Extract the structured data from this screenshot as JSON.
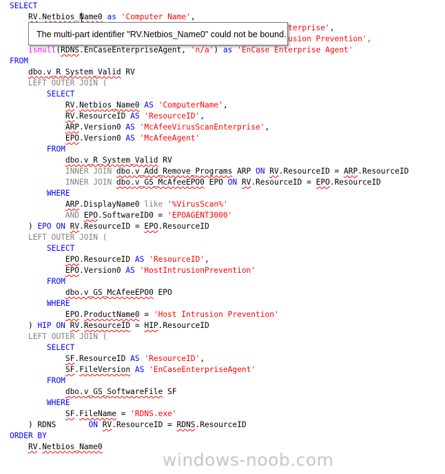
{
  "editor": {
    "lines": [
      [
        {
          "t": "SELECT",
          "c": "kw"
        }
      ],
      [
        {
          "t": "    "
        },
        {
          "t": "RV",
          "c": "sq"
        },
        {
          "t": "."
        },
        {
          "t": "Netbios",
          "c": "sq"
        },
        {
          "t": "_"
        },
        {
          "t": "Name0",
          "c": "sq"
        },
        {
          "t": " "
        },
        {
          "t": "as",
          "c": "kw"
        },
        {
          "t": " "
        },
        {
          "t": "'Computer Name'",
          "c": "str"
        },
        {
          "t": ","
        }
      ],
      [
        {
          "t": "                                                      "
        },
        {
          "t": "can Enterprise'",
          "c": "str"
        },
        {
          "t": ","
        }
      ],
      [
        {
          "t": "    "
        },
        {
          "t": "isnull(HIP.HostIntrusionPrevention, 'n/a') as 'Host Intrusion Prevention',",
          "c": "str"
        }
      ],
      [
        {
          "t": "    "
        },
        {
          "t": "isnull",
          "c": "fn"
        },
        {
          "t": "("
        },
        {
          "t": "RDNS",
          "c": "sq"
        },
        {
          "t": ".EnCaseEnterpriseAgent, "
        },
        {
          "t": "'n/a'",
          "c": "str"
        },
        {
          "t": ") "
        },
        {
          "t": "as",
          "c": "kw"
        },
        {
          "t": " "
        },
        {
          "t": "'EnCase Enterprise Agent'",
          "c": "str"
        }
      ],
      [
        {
          "t": "FROM",
          "c": "kw"
        }
      ],
      [
        {
          "t": "    "
        },
        {
          "t": "dbo.v_R_System_Valid",
          "c": "sq"
        },
        {
          "t": " RV"
        }
      ],
      [
        {
          "t": "    "
        },
        {
          "t": "LEFT OUTER JOIN (",
          "c": "gray"
        }
      ],
      [
        {
          "t": "        "
        },
        {
          "t": "SELECT",
          "c": "kw"
        }
      ],
      [
        {
          "t": "            "
        },
        {
          "t": "RV",
          "c": "sq"
        },
        {
          "t": "."
        },
        {
          "t": "Netbios_Name0",
          "c": "sq"
        },
        {
          "t": " "
        },
        {
          "t": "AS",
          "c": "kw"
        },
        {
          "t": " "
        },
        {
          "t": "'ComputerName'",
          "c": "str"
        },
        {
          "t": ","
        }
      ],
      [
        {
          "t": "            "
        },
        {
          "t": "RV",
          "c": "sq"
        },
        {
          "t": ".ResourceID "
        },
        {
          "t": "AS",
          "c": "kw"
        },
        {
          "t": " "
        },
        {
          "t": "'ResourceID'",
          "c": "str"
        },
        {
          "t": ","
        }
      ],
      [
        {
          "t": "            "
        },
        {
          "t": "ARP",
          "c": "sq"
        },
        {
          "t": ".Version0 "
        },
        {
          "t": "AS",
          "c": "kw"
        },
        {
          "t": " "
        },
        {
          "t": "'McAfeeVirusScanEnterprise'",
          "c": "str"
        },
        {
          "t": ","
        }
      ],
      [
        {
          "t": "            "
        },
        {
          "t": "EPO",
          "c": "sq"
        },
        {
          "t": ".Version0 "
        },
        {
          "t": "AS",
          "c": "kw"
        },
        {
          "t": " "
        },
        {
          "t": "'McAfeeAgent'",
          "c": "str"
        }
      ],
      [
        {
          "t": "        "
        },
        {
          "t": "FROM",
          "c": "kw"
        }
      ],
      [
        {
          "t": "            "
        },
        {
          "t": "dbo.v_R_System_Valid",
          "c": "sq"
        },
        {
          "t": " RV"
        }
      ],
      [
        {
          "t": "            "
        },
        {
          "t": "INNER JOIN ",
          "c": "gray"
        },
        {
          "t": "dbo.v_Add_Remove_Programs",
          "c": "sq"
        },
        {
          "t": " ARP "
        },
        {
          "t": "ON",
          "c": "kw"
        },
        {
          "t": " "
        },
        {
          "t": "RV",
          "c": "sq"
        },
        {
          "t": ".ResourceID = "
        },
        {
          "t": "ARP",
          "c": "sq"
        },
        {
          "t": ".ResourceID"
        }
      ],
      [
        {
          "t": "            "
        },
        {
          "t": "INNER JOIN ",
          "c": "gray"
        },
        {
          "t": "dbo.v_GS_McAfeeEPO0",
          "c": "sq"
        },
        {
          "t": " EPO "
        },
        {
          "t": "ON",
          "c": "kw"
        },
        {
          "t": " "
        },
        {
          "t": "RV",
          "c": "sq"
        },
        {
          "t": ".ResourceID = "
        },
        {
          "t": "EPO",
          "c": "sq"
        },
        {
          "t": ".ResourceID"
        }
      ],
      [
        {
          "t": "        "
        },
        {
          "t": "WHERE",
          "c": "kw"
        }
      ],
      [
        {
          "t": "            "
        },
        {
          "t": "ARP",
          "c": "sq"
        },
        {
          "t": ".DisplayName0 "
        },
        {
          "t": "like",
          "c": "gray"
        },
        {
          "t": " "
        },
        {
          "t": "'%VirusScan%'",
          "c": "str"
        }
      ],
      [
        {
          "t": "            "
        },
        {
          "t": "AND ",
          "c": "gray"
        },
        {
          "t": "EPO",
          "c": "sq"
        },
        {
          "t": ".SoftwareID0 = "
        },
        {
          "t": "'EPOAGENT3000'",
          "c": "str"
        }
      ],
      [
        {
          "t": "    "
        },
        {
          "t": ") "
        },
        {
          "t": "EPO",
          "c": "kw"
        },
        {
          "t": " "
        },
        {
          "t": "ON",
          "c": "kw"
        },
        {
          "t": " "
        },
        {
          "t": "RV",
          "c": "sq"
        },
        {
          "t": ".ResourceID = "
        },
        {
          "t": "EPO",
          "c": "sq"
        },
        {
          "t": ".ResourceID"
        }
      ],
      [
        {
          "t": "    "
        },
        {
          "t": "LEFT OUTER JOIN (",
          "c": "gray"
        }
      ],
      [
        {
          "t": "        "
        },
        {
          "t": "SELECT",
          "c": "kw"
        }
      ],
      [
        {
          "t": "            "
        },
        {
          "t": "EPO",
          "c": "sq"
        },
        {
          "t": ".ResourceID "
        },
        {
          "t": "AS",
          "c": "kw"
        },
        {
          "t": " "
        },
        {
          "t": "'ResourceID'",
          "c": "str"
        },
        {
          "t": ","
        }
      ],
      [
        {
          "t": "            "
        },
        {
          "t": "EPO",
          "c": "sq"
        },
        {
          "t": ".Version0 "
        },
        {
          "t": "AS",
          "c": "kw"
        },
        {
          "t": " "
        },
        {
          "t": "'HostIntrusionPrevention'",
          "c": "str"
        }
      ],
      [
        {
          "t": "        "
        },
        {
          "t": "FROM",
          "c": "kw"
        }
      ],
      [
        {
          "t": "            "
        },
        {
          "t": "dbo.v_GS_McAfeeEPO0",
          "c": "sq"
        },
        {
          "t": " EPO"
        }
      ],
      [
        {
          "t": "        "
        },
        {
          "t": "WHERE",
          "c": "kw"
        }
      ],
      [
        {
          "t": "            "
        },
        {
          "t": "EPO",
          "c": "sq"
        },
        {
          "t": "."
        },
        {
          "t": "ProductName0",
          "c": "sq"
        },
        {
          "t": " = "
        },
        {
          "t": "'Host Intrusion Prevention'",
          "c": "str"
        }
      ],
      [
        {
          "t": "    "
        },
        {
          "t": ") "
        },
        {
          "t": "HIP",
          "c": "kw"
        },
        {
          "t": " "
        },
        {
          "t": "ON",
          "c": "kw"
        },
        {
          "t": " "
        },
        {
          "t": "RV",
          "c": "sq"
        },
        {
          "t": "."
        },
        {
          "t": "ResourceID",
          "c": "sq"
        },
        {
          "t": " = "
        },
        {
          "t": "HIP",
          "c": "sq"
        },
        {
          "t": ".ResourceID"
        }
      ],
      [
        {
          "t": "    "
        },
        {
          "t": "LEFT OUTER JOIN (",
          "c": "gray"
        }
      ],
      [
        {
          "t": "        "
        },
        {
          "t": "SELECT",
          "c": "kw"
        }
      ],
      [
        {
          "t": "            "
        },
        {
          "t": "SF",
          "c": "sq"
        },
        {
          "t": ".ResourceID "
        },
        {
          "t": "AS",
          "c": "kw"
        },
        {
          "t": " "
        },
        {
          "t": "'ResourceID'",
          "c": "str"
        },
        {
          "t": ","
        }
      ],
      [
        {
          "t": "            "
        },
        {
          "t": "SF",
          "c": "sq"
        },
        {
          "t": "."
        },
        {
          "t": "FileVersion",
          "c": "sq"
        },
        {
          "t": " "
        },
        {
          "t": "AS",
          "c": "kw"
        },
        {
          "t": " "
        },
        {
          "t": "'EnCaseEnterpriseAgent'",
          "c": "str"
        }
      ],
      [
        {
          "t": "        "
        },
        {
          "t": "FROM",
          "c": "kw"
        }
      ],
      [
        {
          "t": "            "
        },
        {
          "t": "dbo.v_GS_SoftwareFile",
          "c": "sq"
        },
        {
          "t": " SF"
        }
      ],
      [
        {
          "t": "        "
        },
        {
          "t": "WHERE",
          "c": "kw"
        }
      ],
      [
        {
          "t": "            "
        },
        {
          "t": "SF",
          "c": "sq"
        },
        {
          "t": "."
        },
        {
          "t": "FileName",
          "c": "sq"
        },
        {
          "t": " = "
        },
        {
          "t": "'RDNS.exe'",
          "c": "str"
        }
      ],
      [
        {
          "t": "    "
        },
        {
          "t": ") RDNS       "
        },
        {
          "t": "ON",
          "c": "kw"
        },
        {
          "t": " "
        },
        {
          "t": "RV",
          "c": "sq"
        },
        {
          "t": ".ResourceID = "
        },
        {
          "t": "RDNS",
          "c": "sq"
        },
        {
          "t": ".ResourceID"
        }
      ],
      [
        {
          "t": "ORDER BY",
          "c": "kw"
        }
      ],
      [
        {
          "t": "    "
        },
        {
          "t": "RV",
          "c": "sq"
        },
        {
          "t": "."
        },
        {
          "t": "Netbios_Name0",
          "c": "sq"
        }
      ]
    ]
  },
  "tooltip": {
    "message": "The multi-part identifier \"RV.Netbios_Name0\" could not be bound."
  },
  "watermark": {
    "text": "windows-noob.com"
  },
  "colors": {
    "keyword": "#0000ff",
    "function": "#ff00ff",
    "string": "#ff0000",
    "operator": "#808080",
    "squiggle": "#ff0000"
  }
}
